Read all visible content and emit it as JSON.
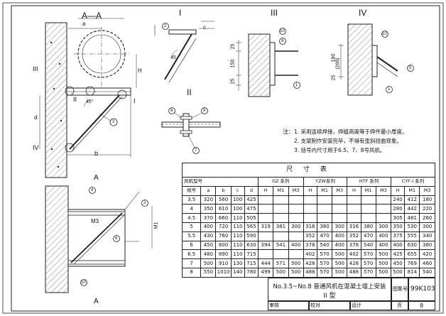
{
  "views": {
    "aa": "A—A",
    "v1": "I",
    "v2": "II",
    "v3": "III",
    "v4": "IV",
    "a_mark_top": "A",
    "a_mark_bottom": "A"
  },
  "dims": {
    "a": "a",
    "b": "b",
    "c": "c",
    "d": "d",
    "H": "H",
    "M1": "M1",
    "M3": "M3",
    "deg45": "45",
    "deg45b": "45°",
    "d150": "150",
    "d25a": "25",
    "d25b": "25",
    "d180": "180",
    "d200": "(200)",
    "d25c": "25"
  },
  "callouts": [
    "1",
    "2",
    "3",
    "4",
    "5",
    "6",
    "7",
    "8",
    "9",
    "10"
  ],
  "view_labels": {
    "aa_I": "I",
    "aa_II": "II",
    "aa_III": "III",
    "aa_IV": "IV"
  },
  "notes": {
    "heading": "注：",
    "items": [
      "1. 采用连续焊接，焊缝高度等于焊件最小厚度。",
      "2. 支架制作安装完毕，不得有歪斜扭曲现象。",
      "3. 括号内尺寸用于6.5、7、8号风机。"
    ]
  },
  "size_table": {
    "title": "尺 寸 表",
    "fan_no_label": "风机型号",
    "series": [
      "GZ 系列",
      "YZW系列",
      "HTF 系列",
      "CYF-I 系列"
    ],
    "columns": [
      "规号",
      "a",
      "b",
      "c",
      "d",
      "H",
      "M1",
      "M3",
      "H",
      "M1",
      "M3",
      "H",
      "M1",
      "M3",
      "H",
      "M1",
      "M3"
    ],
    "rows": [
      [
        "3.5",
        "320",
        "560",
        "100",
        "425",
        "",
        "",
        "",
        "",
        "",
        "",
        "",
        "",
        "",
        "240",
        "412",
        "180"
      ],
      [
        "4",
        "350",
        "610",
        "100",
        "475",
        "",
        "",
        "",
        "",
        "",
        "",
        "",
        "",
        "",
        "280",
        "442",
        "220"
      ],
      [
        "4.5",
        "370",
        "660",
        "110",
        "505",
        "",
        "",
        "",
        "",
        "",
        "",
        "",
        "",
        "",
        "305",
        "481",
        "260"
      ],
      [
        "5",
        "400",
        "720",
        "110",
        "565",
        "319",
        "381",
        "300",
        "316",
        "380",
        "300",
        "316",
        "380",
        "300",
        "350",
        "530",
        "300"
      ],
      [
        "5.5",
        "430",
        "760",
        "110",
        "590",
        "",
        "",
        "",
        "352",
        "470",
        "400",
        "352",
        "470",
        "400",
        "375",
        "555",
        "340"
      ],
      [
        "6",
        "450",
        "800",
        "110",
        "630",
        "394",
        "541",
        "400",
        "378",
        "540",
        "400",
        "378",
        "540",
        "400",
        "400",
        "630",
        "380"
      ],
      [
        "6.5",
        "480",
        "890",
        "110",
        "715",
        "",
        "",
        "",
        "402",
        "570",
        "500",
        "402",
        "570",
        "500",
        "425",
        "655",
        "420"
      ],
      [
        "7",
        "500",
        "910",
        "130",
        "715",
        "444",
        "571",
        "500",
        "428",
        "570",
        "500",
        "428",
        "570",
        "500",
        "450",
        "769",
        "460"
      ],
      [
        "8",
        "550",
        "1010",
        "140",
        "780",
        "499",
        "500",
        "500",
        "488",
        "570",
        "500",
        "488",
        "570",
        "500",
        "500",
        "814",
        "540"
      ]
    ]
  },
  "title_block": {
    "line1": "No.3.5~No.8 普通风机在混凝土墙上安装",
    "line2": "II 型",
    "atlas_label": "图集号",
    "atlas_no": "99K103",
    "review_label": "审核",
    "check_label": "校对",
    "design_label": "设计",
    "page_label": "页",
    "page_no": "8"
  }
}
